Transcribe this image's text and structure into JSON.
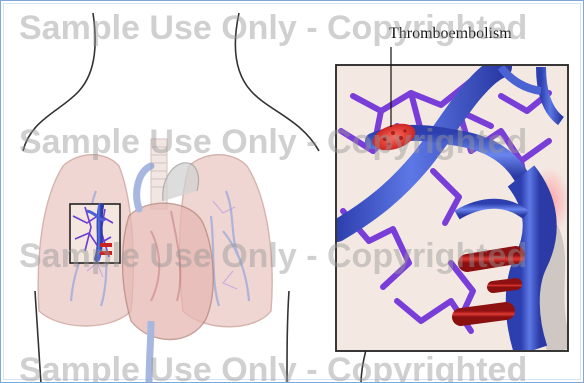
{
  "callout": {
    "label": "Thromboembolism"
  },
  "watermark": {
    "line1": "Sample Use Only - Copyrighted",
    "line2": "Sample Use Only - Copyrighted",
    "line3": "Sample Use Only - Copyrighted",
    "line4": "Sample Use Only - Copyrighted"
  },
  "colors": {
    "frame_border": "#7fa7d8",
    "vein_blue": "#3b55c8",
    "vessel_purple": "#7a3ed8",
    "clot_red": "#d8262a",
    "lung_pink": "#e9c9c2",
    "inset_background": "#f3e7df"
  },
  "icons": {
    "clot": "thrombus-icon"
  }
}
